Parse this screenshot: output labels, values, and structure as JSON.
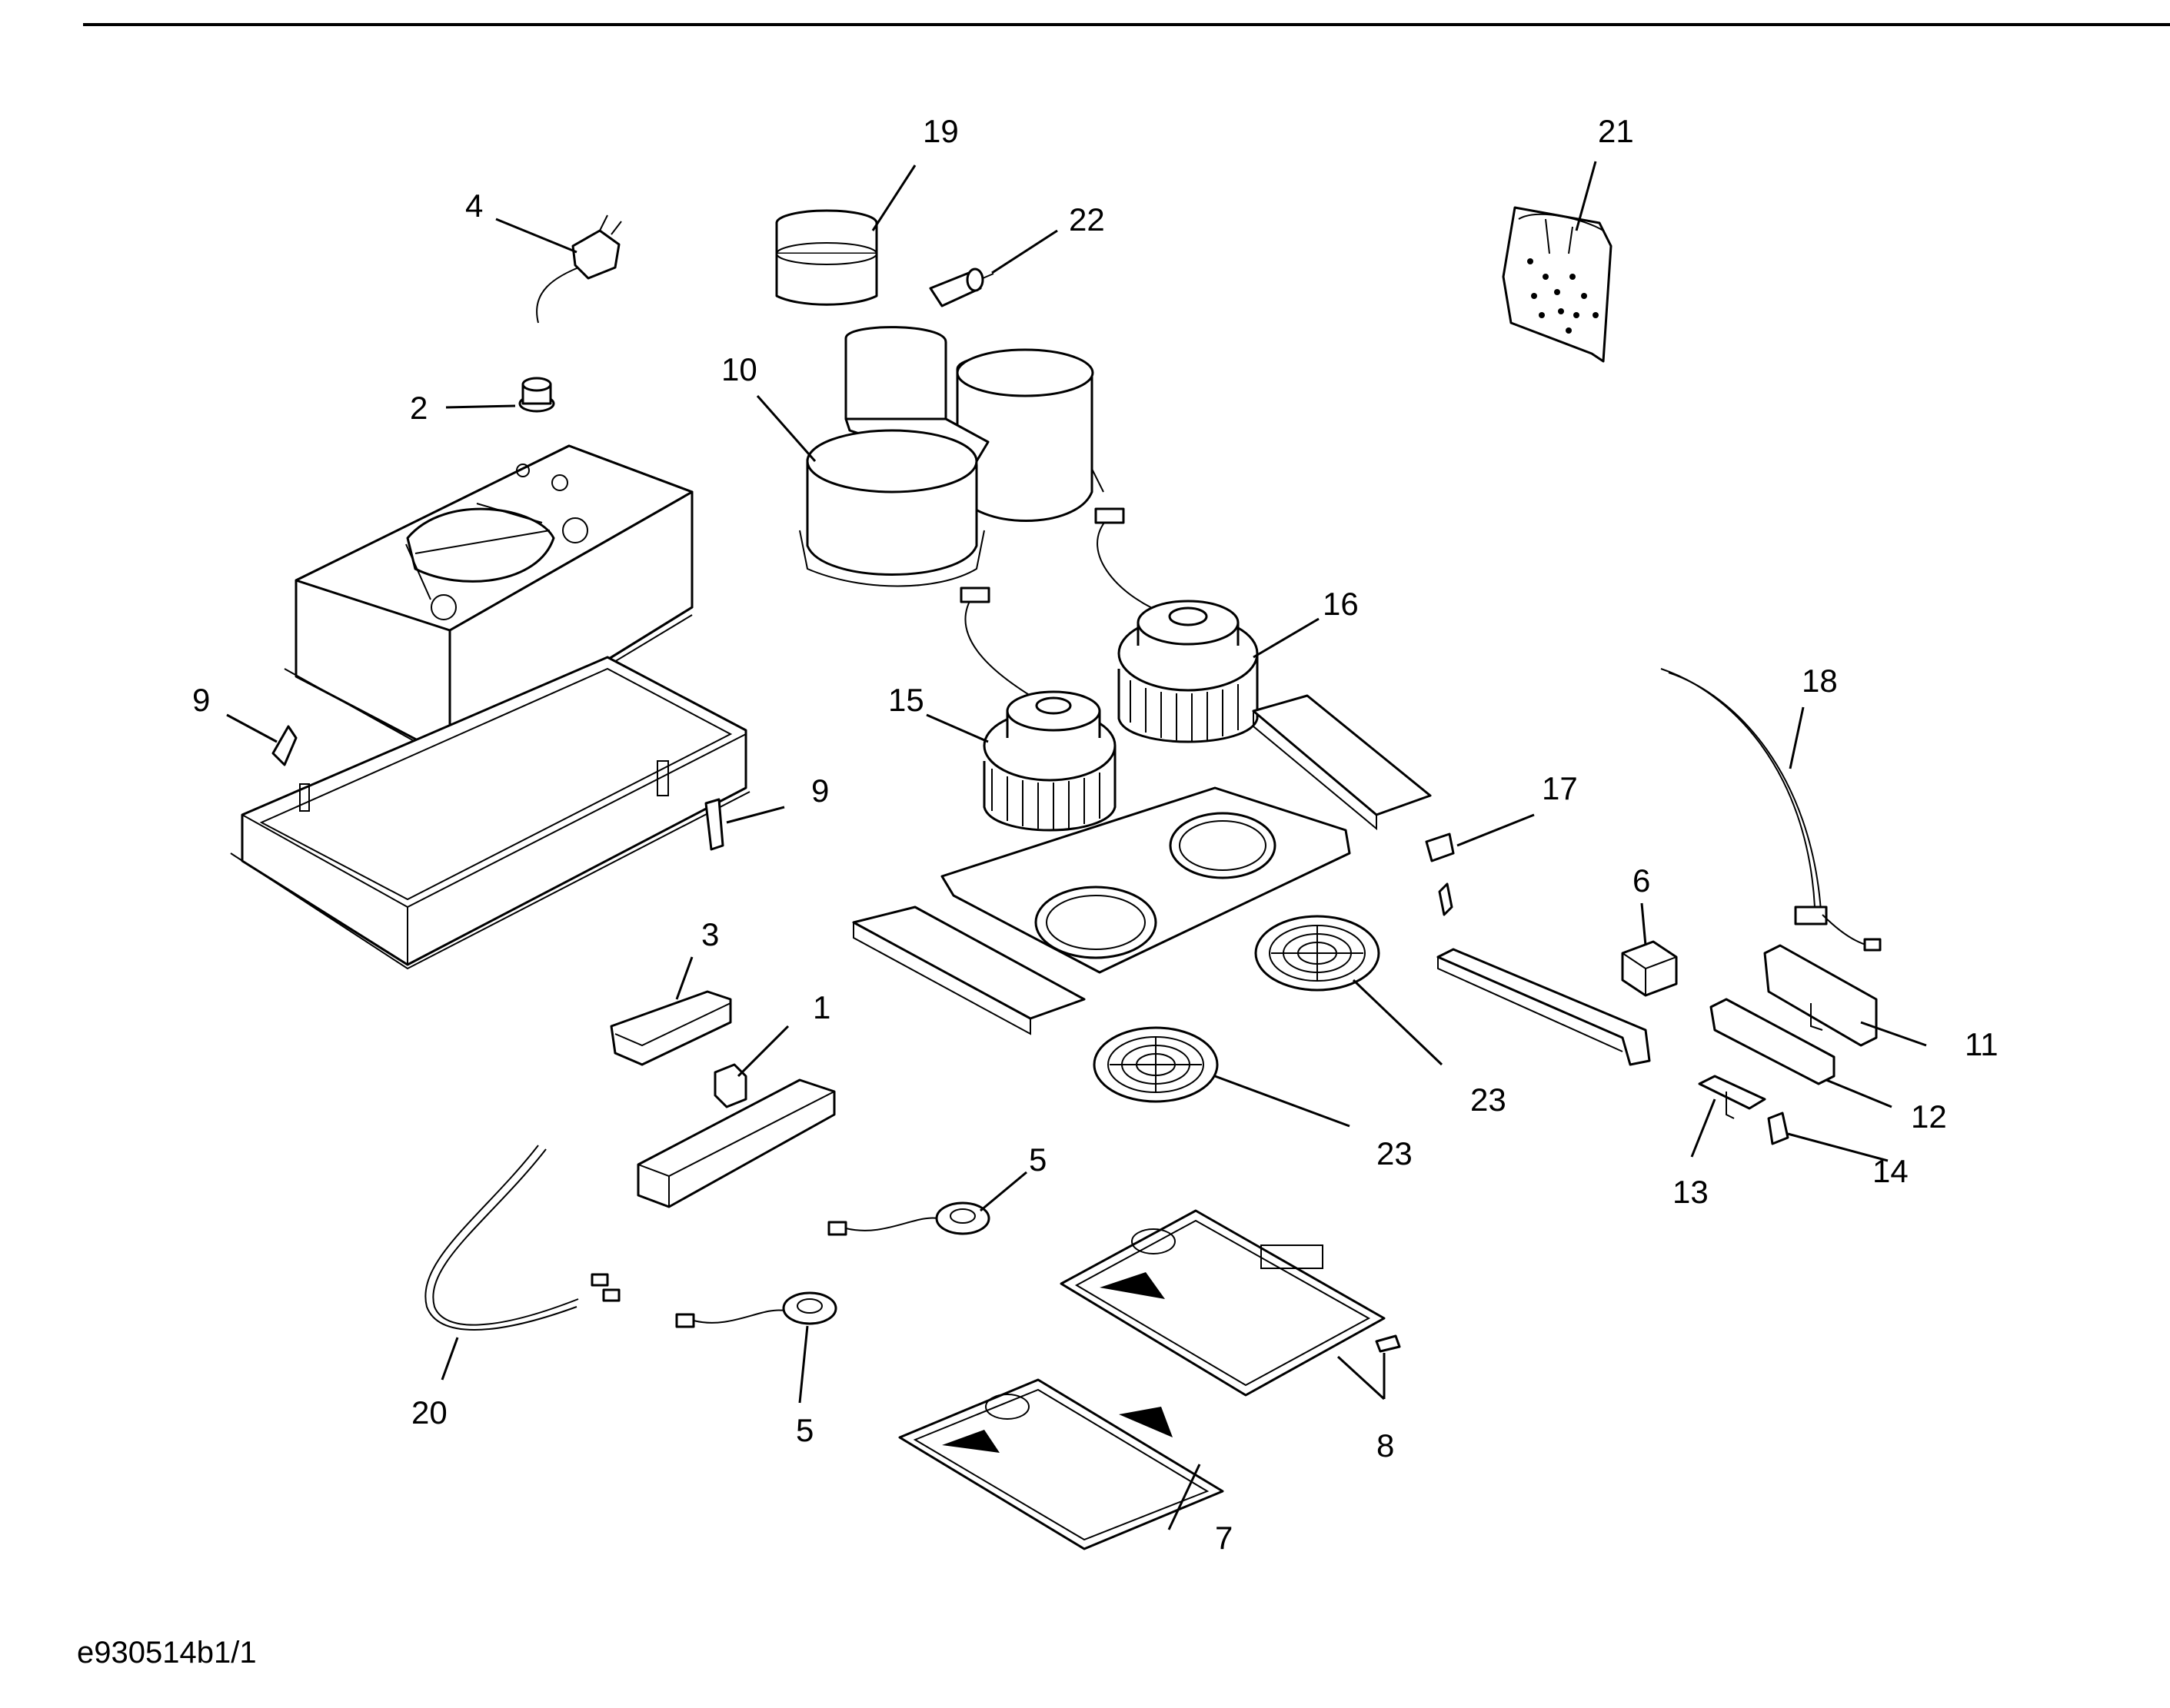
{
  "document_ref": "e930514b1/1",
  "callouts": {
    "c1": "1",
    "c2": "2",
    "c3": "3",
    "c4": "4",
    "c5a": "5",
    "c5b": "5",
    "c6": "6",
    "c7": "7",
    "c8": "8",
    "c9a": "9",
    "c9b": "9",
    "c10": "10",
    "c11": "11",
    "c12": "12",
    "c13": "13",
    "c14": "14",
    "c15": "15",
    "c16": "16",
    "c17": "17",
    "c18": "18",
    "c19": "19",
    "c20": "20",
    "c21": "21",
    "c22": "22",
    "c23a": "23",
    "c23b": "23"
  }
}
